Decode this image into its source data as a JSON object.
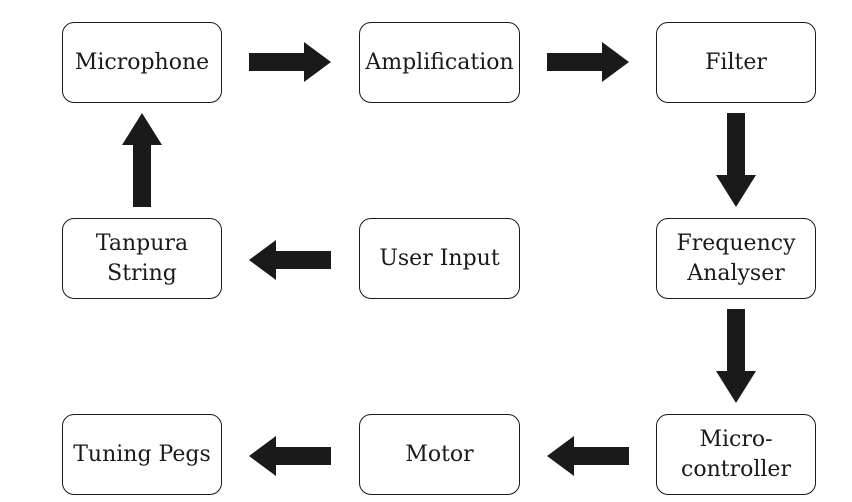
{
  "nodes": {
    "microphone": "Microphone",
    "amplification": "Amplification",
    "filter": "Filter",
    "tanpura_string": [
      "Tanpura",
      "String"
    ],
    "user_input": "User Input",
    "frequency_analyser": [
      "Frequency",
      "Analyser"
    ],
    "tuning_pegs": "Tuning Pegs",
    "motor": "Motor",
    "microcontroller": [
      "Micro-",
      "controller"
    ]
  },
  "colors": {
    "stroke": "#1a1a1a",
    "arrow_fill": "#1a1a1a",
    "background": "#ffffff"
  }
}
